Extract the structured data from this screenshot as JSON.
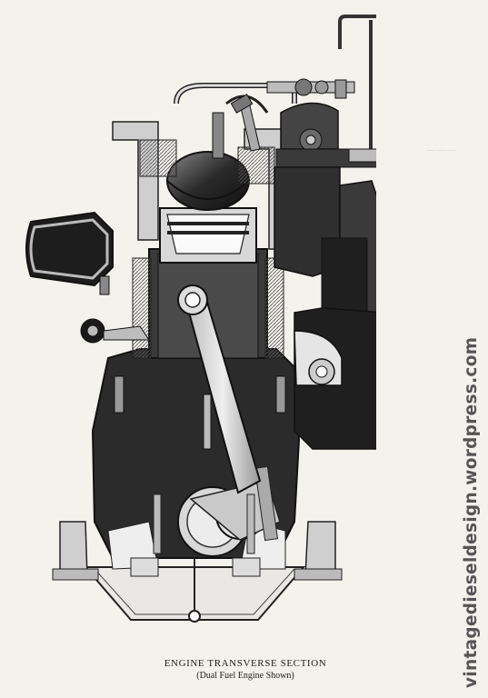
{
  "figure": {
    "caption_title": "ENGINE TRANSVERSE SECTION",
    "caption_subtitle": "(Dual Fuel Engine Shown)"
  },
  "watermark": "vintagedieseldesign.wordpress.com",
  "colors": {
    "paper": "#f4f2ed",
    "ink": "#1c1c1c",
    "metal_dark": "#2e2e2e",
    "metal_mid": "#8a8a8a",
    "metal_light": "#d6d6d6"
  }
}
